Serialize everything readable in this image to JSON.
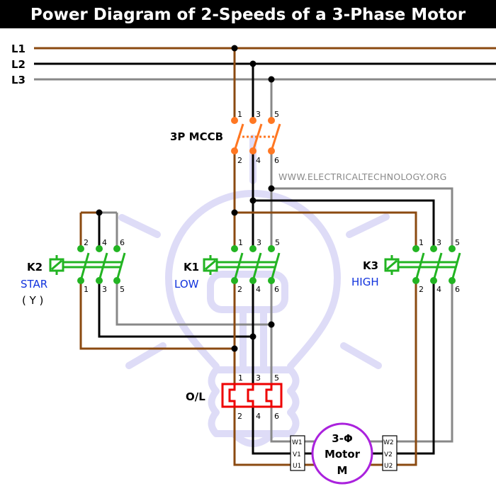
{
  "title": "Power Diagram of 2-Speeds of a 3-Phase Motor",
  "supply_lines": [
    {
      "label": "L1",
      "color": "#8b4a10"
    },
    {
      "label": "L2",
      "color": "#000000"
    },
    {
      "label": "L3",
      "color": "#888888"
    }
  ],
  "watermark_text": "WWW.ELECTRICALTECHNOLOGY.ORG",
  "watermark_icon": "lightbulb-icon",
  "mccb": {
    "label": "3P MCCB",
    "color": "#ff7722",
    "top_terminals": [
      "1",
      "3",
      "5"
    ],
    "bottom_terminals": [
      "2",
      "4",
      "6"
    ]
  },
  "contactors": [
    {
      "id": "K2",
      "mode": "STAR",
      "mode_sub": "( Y )",
      "top_terminals": [
        "2",
        "4",
        "6"
      ],
      "bottom_terminals": [
        "1",
        "3",
        "5"
      ]
    },
    {
      "id": "K1",
      "mode": "LOW",
      "top_terminals": [
        "1",
        "3",
        "5"
      ],
      "bottom_terminals": [
        "2",
        "4",
        "6"
      ]
    },
    {
      "id": "K3",
      "mode": "HIGH",
      "top_terminals": [
        "1",
        "3",
        "5"
      ],
      "bottom_terminals": [
        "2",
        "4",
        "6"
      ]
    }
  ],
  "overload": {
    "label": "O/L",
    "color": "#ee0000",
    "top_terminals": [
      "1",
      "3",
      "5"
    ],
    "bottom_terminals": [
      "2",
      "4",
      "6"
    ]
  },
  "motor": {
    "line1": "3-Φ",
    "line2": "Motor",
    "line3": "M",
    "color": "#aa22dd",
    "left_terminals": [
      "W1",
      "V1",
      "U1"
    ],
    "right_terminals": [
      "W2",
      "V2",
      "U2"
    ]
  },
  "colors": {
    "contactor": "#22b422",
    "mode_label": "#1133dd",
    "title_bg": "#000000"
  }
}
